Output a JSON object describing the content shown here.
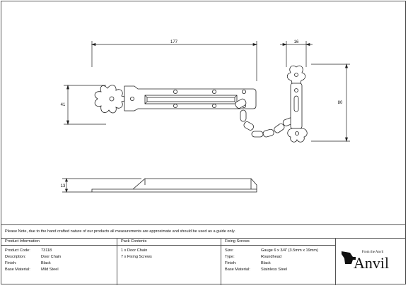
{
  "dimensions": {
    "width_top": "177",
    "width_side": "16",
    "height_side": "80",
    "height_front": "41",
    "height_profile": "13"
  },
  "note": "Please Note, due to the hand crafted nature of our products all measurements are approximate and should be used as a guide only.",
  "product_info": {
    "header": "Product Information",
    "rows": [
      {
        "label": "Product Code:",
        "value": "73118"
      },
      {
        "label": "Description:",
        "value": "Door Chain"
      },
      {
        "label": "Finish:",
        "value": "Black"
      },
      {
        "label": "Base Material:",
        "value": "Mild Steel"
      }
    ]
  },
  "pack_contents": {
    "header": "Pack Contents",
    "items": [
      "1 x Door Chain",
      "7 x Fixing Screws"
    ]
  },
  "fixing_screws": {
    "header": "Fixing Screws",
    "rows": [
      {
        "label": "Size:",
        "value": "Gauge 6 x 3/4\" (3.5mm x 19mm)"
      },
      {
        "label": "Type:",
        "value": "Roundhead"
      },
      {
        "label": "Finish:",
        "value": "Black"
      },
      {
        "label": "Base Material:",
        "value": "Stainless Steel"
      }
    ]
  },
  "logo": {
    "tagline": "From the Anvil",
    "name": "Anvil"
  }
}
